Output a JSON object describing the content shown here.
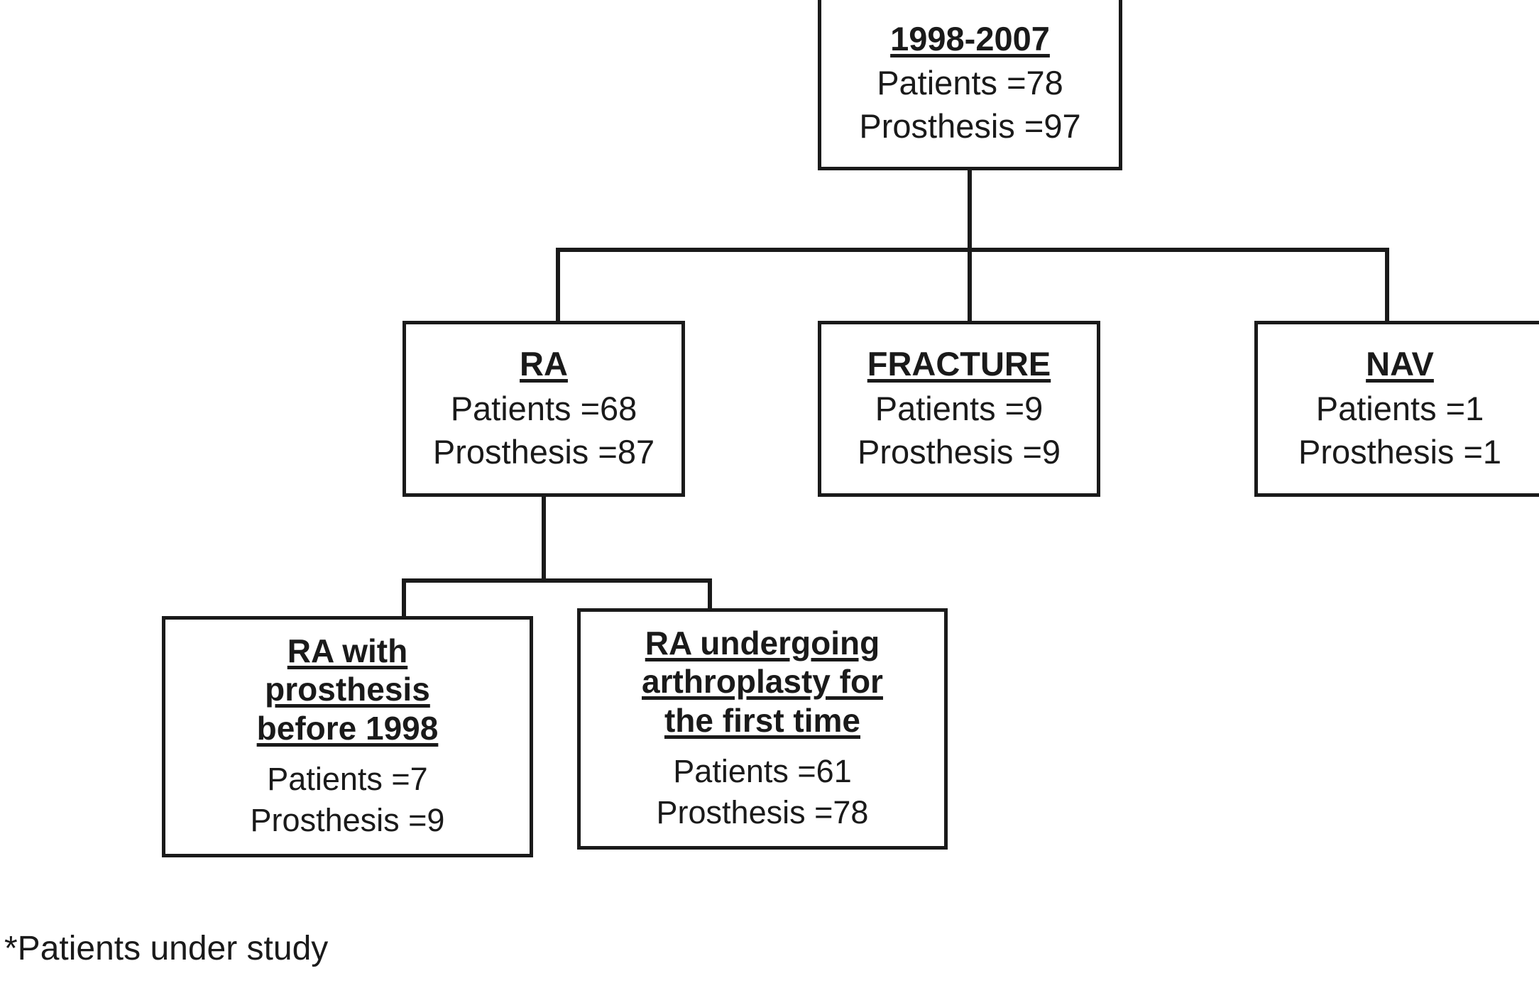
{
  "diagram": {
    "type": "flowchart",
    "orientation": "top-down",
    "footnote": "*Patients under study",
    "line_color": "#1a1a1a",
    "background": "#ffffff",
    "nodes": [
      {
        "id": "root",
        "title": "1998-2007",
        "patients_label": "Patients =78",
        "prosthesis_label": "Prosthesis =97",
        "patients": 78,
        "prosthesis": 97
      },
      {
        "id": "ra",
        "title": "RA",
        "patients_label": "Patients =68",
        "prosthesis_label": "Prosthesis =87",
        "patients": 68,
        "prosthesis": 87
      },
      {
        "id": "fracture",
        "title": "FRACTURE",
        "patients_label": "Patients =9",
        "prosthesis_label": "Prosthesis =9",
        "patients": 9,
        "prosthesis": 9
      },
      {
        "id": "nav",
        "title": "NAV",
        "patients_label": "Patients =1",
        "prosthesis_label": "Prosthesis =1",
        "patients": 1,
        "prosthesis": 1
      },
      {
        "id": "ra-before-1998",
        "title": "RA with\nprosthesis\nbefore 1998",
        "patients_label": "Patients =7",
        "prosthesis_label": "Prosthesis =9",
        "patients": 7,
        "prosthesis": 9
      },
      {
        "id": "ra-first-time",
        "title": "RA undergoing\narthroplasty for\nthe first time",
        "patients_label": "Patients =61",
        "prosthesis_label": "Prosthesis =78",
        "patients": 61,
        "prosthesis": 78
      }
    ],
    "edges": [
      {
        "from": "root",
        "to": "ra"
      },
      {
        "from": "root",
        "to": "fracture"
      },
      {
        "from": "root",
        "to": "nav"
      },
      {
        "from": "ra",
        "to": "ra-before-1998"
      },
      {
        "from": "ra",
        "to": "ra-first-time"
      }
    ]
  }
}
